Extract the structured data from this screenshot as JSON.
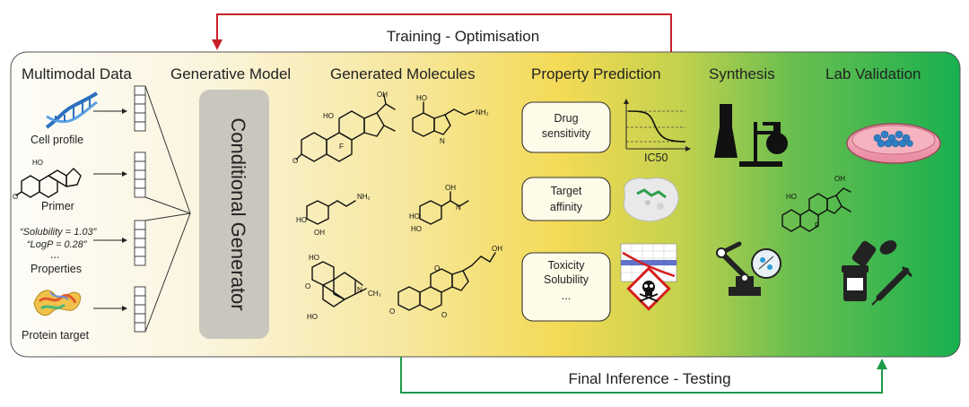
{
  "flow": {
    "top_label": "Training - Optimisation",
    "bottom_label": "Final Inference - Testing",
    "top_color": "#c8202a",
    "bottom_color": "#1e9a48"
  },
  "stages": {
    "multimodal": "Multimodal Data",
    "generative": "Generative Model",
    "generated": "Generated Molecules",
    "prediction": "Property Prediction",
    "synthesis": "Synthesis",
    "validation": "Lab Validation"
  },
  "inputs": {
    "cell_profile": "Cell profile",
    "primer": "Primer",
    "properties": "Properties",
    "protein": "Protein target",
    "solubility_text": "“Solubility = 1.03”",
    "logp_text": "“LogP      = 0.28”",
    "ellipsis": "..."
  },
  "generator": {
    "label": "Conditional Generator"
  },
  "prediction": {
    "drug_line1": "Drug",
    "drug_line2": "sensitivity",
    "target_line1": "Target",
    "target_line2": "affinity",
    "tox_line1": "Toxicity",
    "tox_line2": "Solubility",
    "tox_line3": "...",
    "ic50_label": "IC50"
  },
  "molecule_atoms": {
    "oh": "OH",
    "ho": "HO",
    "o": "O",
    "f": "F",
    "h": "H",
    "n": "N",
    "nh2": "NH₂",
    "ch3": "CH₃"
  },
  "colors": {
    "panel_left": "#fbf8f0",
    "panel_mid": "#f4e38a",
    "panel_yellow": "#f5d84a",
    "panel_green": "#1fb24f",
    "generator_fill": "#c9c6bd"
  }
}
